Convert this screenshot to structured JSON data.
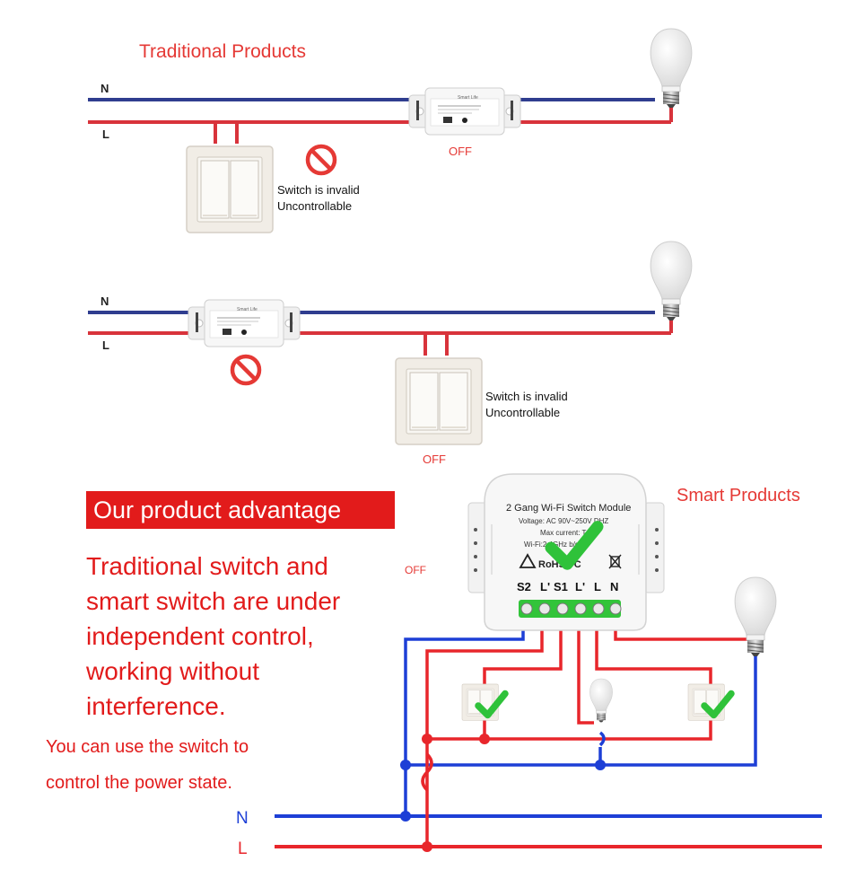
{
  "section1": {
    "title": "Traditional Products",
    "wire_n": "N",
    "wire_l": "L",
    "module_brand": "Smart Life",
    "module_state": "OFF",
    "switch_note_1": "Switch is invalid",
    "switch_note_2": "Uncontrollable"
  },
  "section2": {
    "wire_n": "N",
    "wire_l": "L",
    "module_brand": "Smart Life",
    "switch_note_1": "Switch is invalid",
    "switch_note_2": "Uncontrollable",
    "switch_state": "OFF"
  },
  "section3": {
    "title": "Smart Products",
    "banner": "Our product advantage",
    "headline": [
      "Traditional switch and",
      "smart switch are under",
      "independent control,",
      "working without",
      "interference."
    ],
    "headline_aside": "OFF",
    "note": [
      "You can use the switch to",
      "control the power state."
    ],
    "module_title": "2 Gang Wi-Fi Switch Module",
    "module_voltage": "Voltage: AC 90V~250V    DHZ",
    "module_current": "Max current: T",
    "module_wifi": "Wi-Fi:2.4GHz        b/g/n",
    "module_certs": "RoHS  FC",
    "terminals": [
      "S2",
      "L'",
      "S1",
      "L'",
      "L",
      "N"
    ],
    "wire_n": "N",
    "wire_l": "L"
  },
  "colors": {
    "neutral_wire": "#2f3d8f",
    "live_wire": "#d8333b",
    "smart_neutral": "#1d3fd6",
    "smart_live": "#e8262b",
    "accent_red": "#e53935",
    "banner_bg": "#e21b1b",
    "check_green": "#2fc23a",
    "terminal_green": "#32c43a"
  },
  "icons": [
    "prohibited-icon",
    "checkmark-icon",
    "light-bulb-icon",
    "wall-switch-icon"
  ]
}
